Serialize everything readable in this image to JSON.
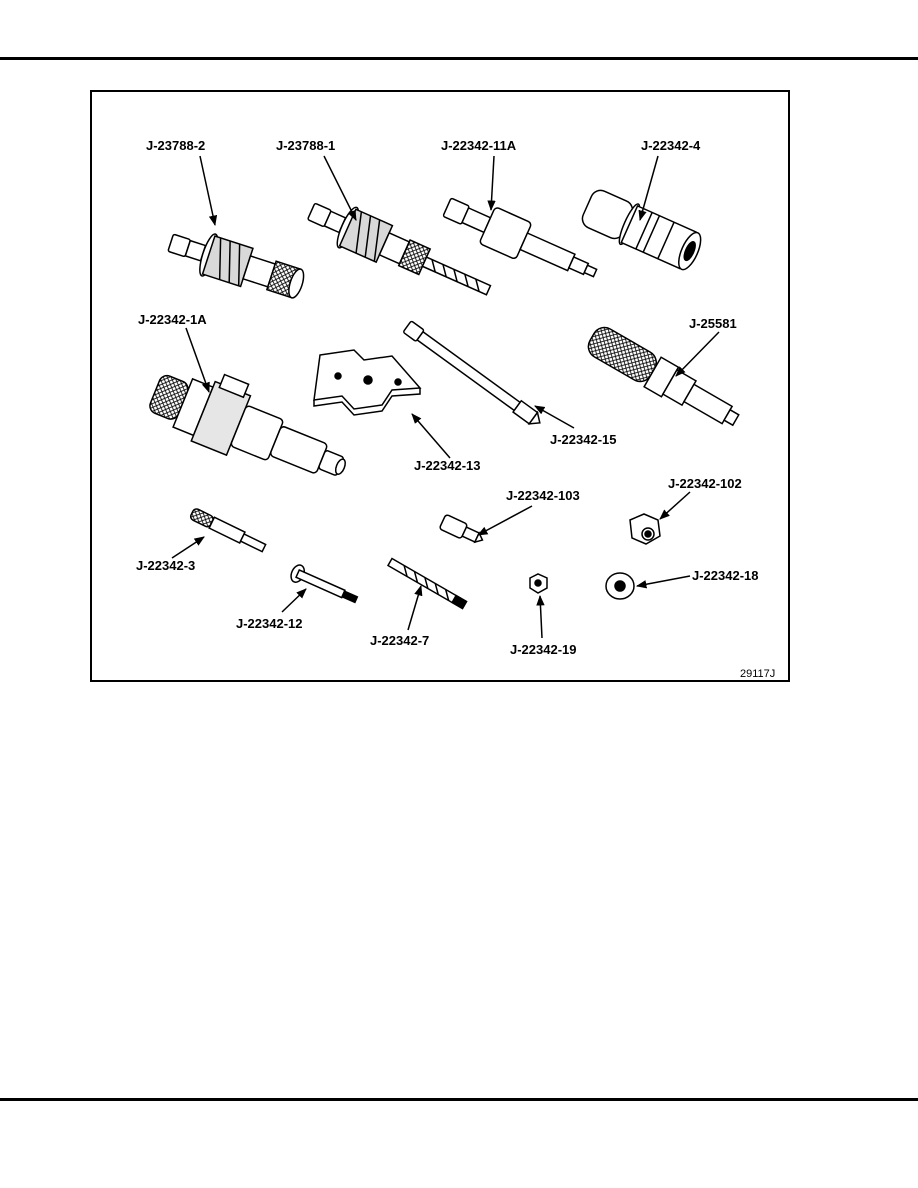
{
  "figure": {
    "figure_id": "29117J",
    "labels": {
      "j23788_2": "J-23788-2",
      "j23788_1": "J-23788-1",
      "j22342_11a": "J-22342-11A",
      "j22342_4": "J-22342-4",
      "j22342_1a": "J-22342-1A",
      "j25581": "J-25581",
      "j22342_13": "J-22342-13",
      "j22342_15": "J-22342-15",
      "j22342_103": "J-22342-103",
      "j22342_102": "J-22342-102",
      "j22342_3": "J-22342-3",
      "j22342_12": "J-22342-12",
      "j22342_7": "J-22342-7",
      "j22342_19": "J-22342-19",
      "j22342_18": "J-22342-18"
    }
  }
}
